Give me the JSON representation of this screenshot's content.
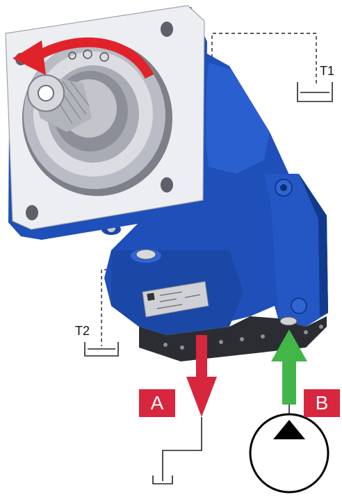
{
  "labels": {
    "tank_1": "T1",
    "tank_2": "T2",
    "port_a": "A",
    "port_b": "B"
  },
  "colors": {
    "housing_blue": "#1f4fb8",
    "housing_dark": "#123a8c",
    "flange": "#e9eaee",
    "bearing": "#c9c9cf",
    "rotation_arrow": "#e0232b",
    "port_a_arrow": "#d7263d",
    "port_b_arrow": "#43b649",
    "label_box": "#d7263d"
  },
  "icons": {
    "rotation": "rotation-arrow-icon",
    "pump": "pump-symbol-icon",
    "tank": "tank-icon"
  }
}
